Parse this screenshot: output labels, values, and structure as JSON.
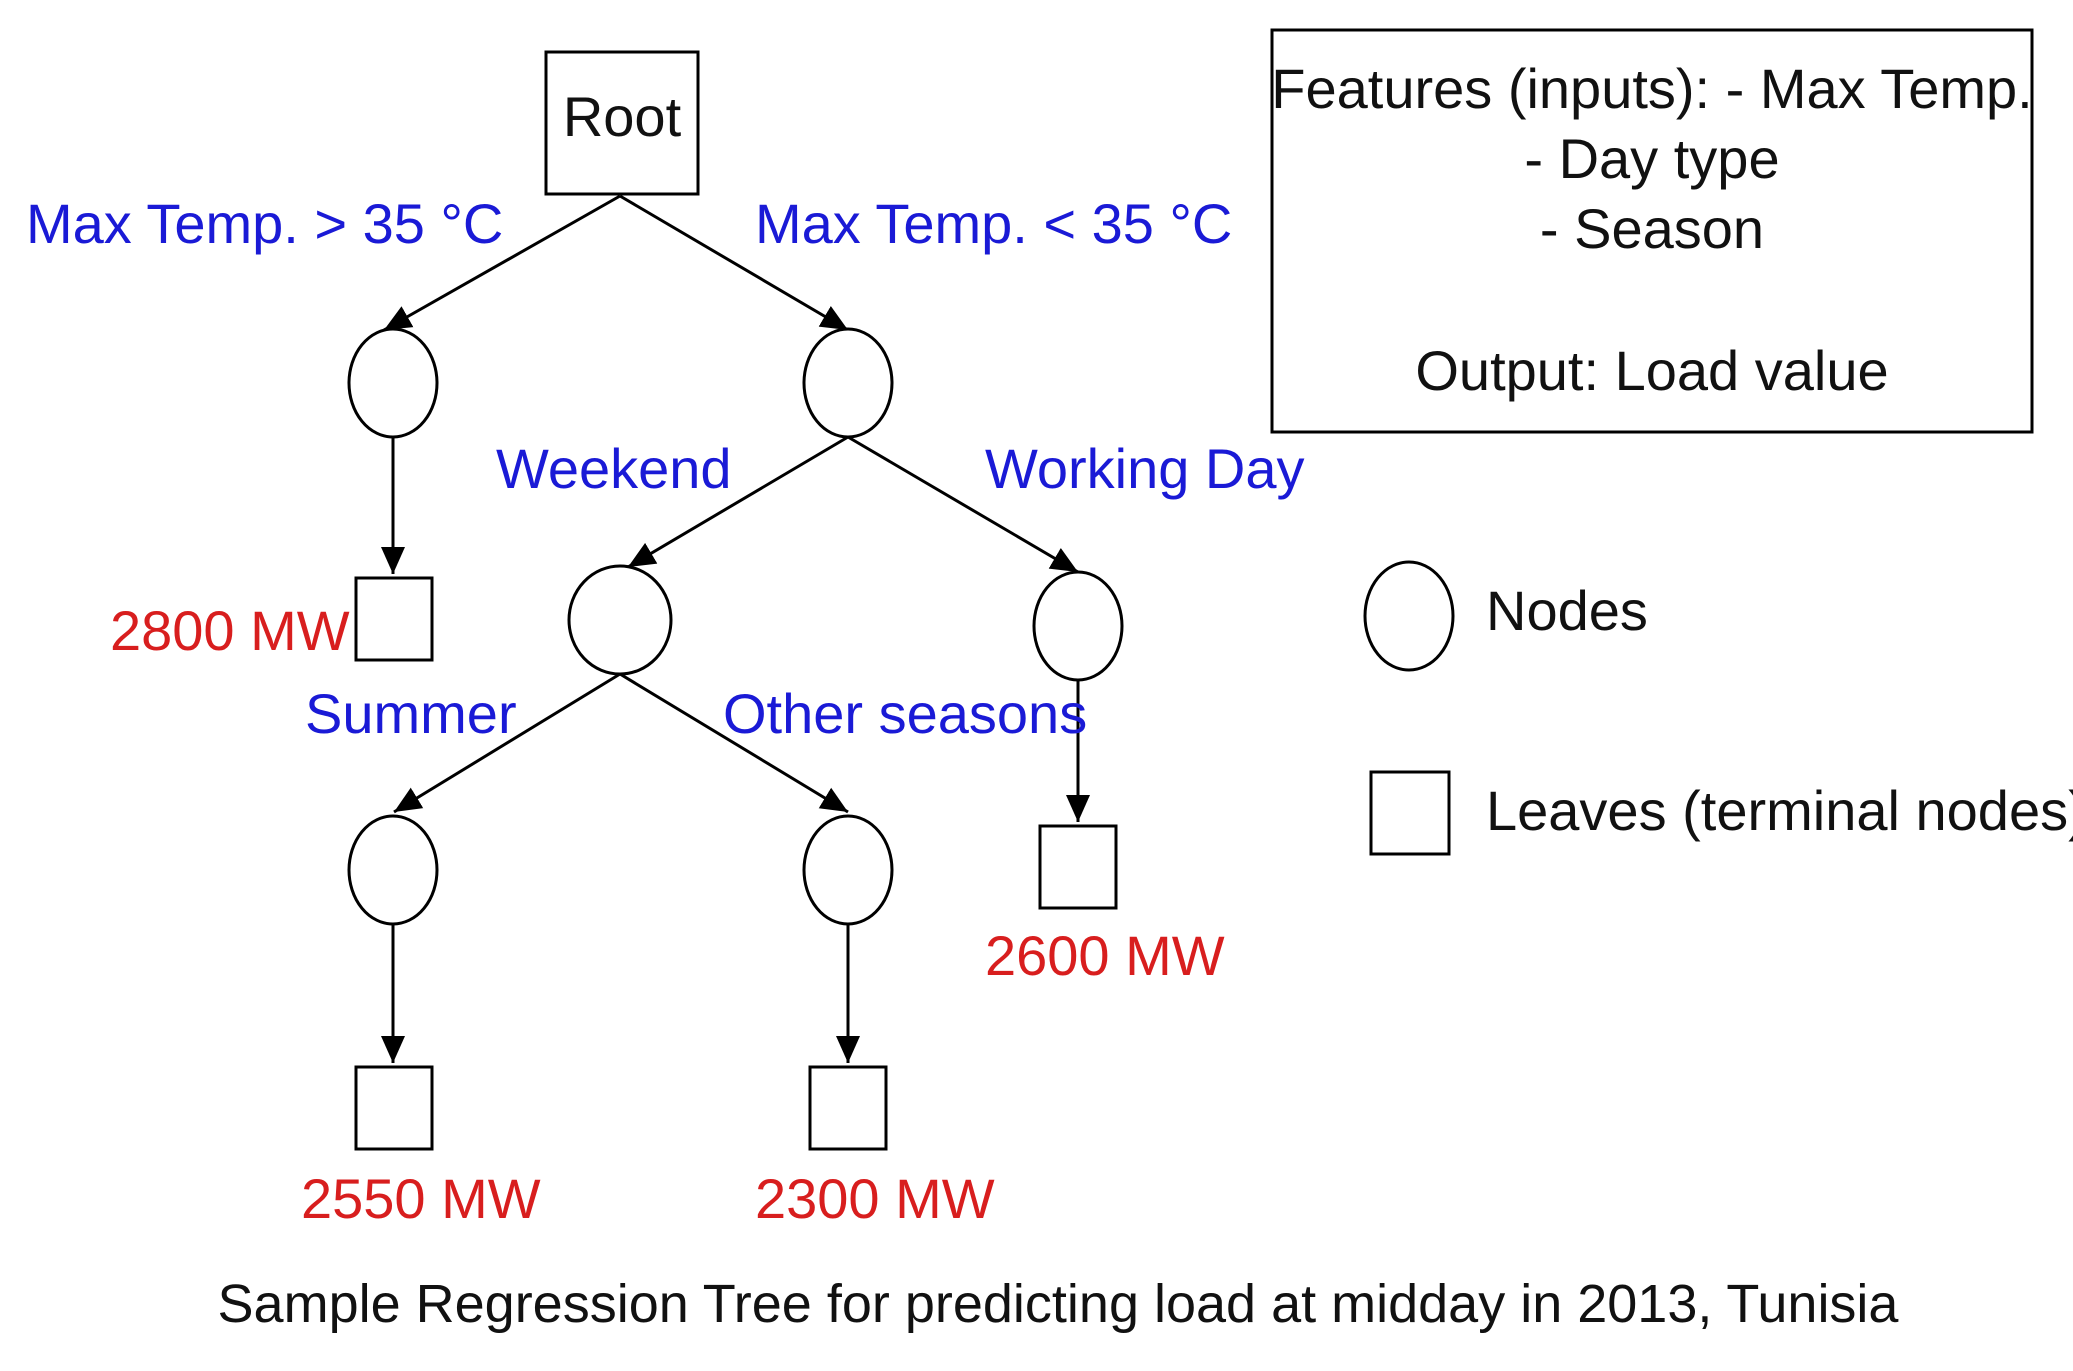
{
  "colors": {
    "condition": "#1a1ad6",
    "leaf_value": "#d81e1e",
    "line": "#000000",
    "text": "#111111"
  },
  "root": {
    "label": "Root"
  },
  "conditions": {
    "temp_high": "Max Temp. > 35 °C",
    "temp_low": "Max Temp. < 35 °C",
    "weekend": "Weekend",
    "working_day": "Working Day",
    "summer": "Summer",
    "other_seasons": "Other seasons"
  },
  "leaves": {
    "high_temp": "2800 MW",
    "working_day": "2600 MW",
    "summer": "2550 MW",
    "other_seasons": "2300 MW"
  },
  "info_box": {
    "line1": "Features (inputs): - Max Temp.",
    "line2": "- Day type",
    "line3": "- Season",
    "line4": "Output: Load value"
  },
  "legend": {
    "nodes": "Nodes",
    "leaves": "Leaves (terminal nodes)"
  },
  "caption": "Sample Regression Tree for predicting load at midday in 2013, Tunisia"
}
